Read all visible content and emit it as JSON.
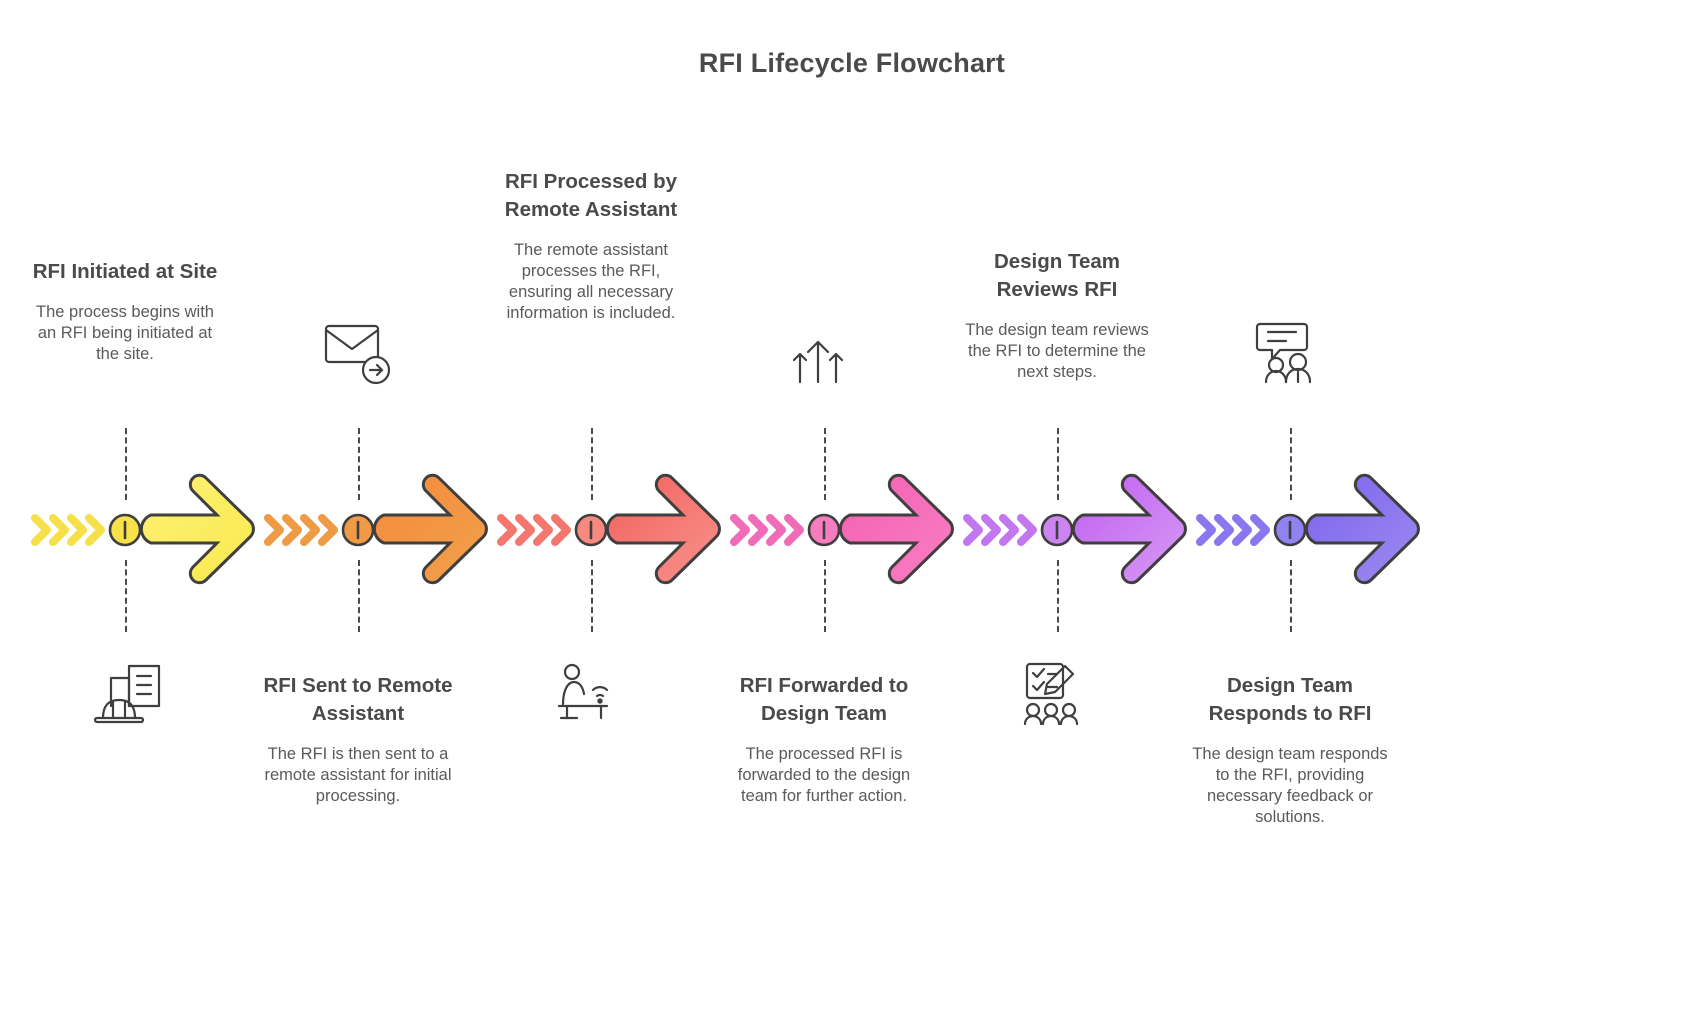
{
  "title": "RFI Lifecycle Flowchart",
  "theme": {
    "title_color": "#4a4a4a",
    "heading_color": "#4a4a4a",
    "description_color": "#5a5a5a",
    "stroke_color": "#3f3f3f",
    "background": "#ffffff"
  },
  "chart_data": {
    "type": "diagram",
    "subtype": "horizontal-timeline-flowchart",
    "title": "RFI Lifecycle Flowchart",
    "step_count": 6,
    "steps": [
      {
        "index": 1,
        "heading": "RFI Initiated at Site",
        "description": "The process begins with an RFI being initiated at the site.",
        "text_position": "above",
        "icon_position": "below",
        "icon": "construction-site-icon",
        "color_start": "#f7e94d",
        "color_end": "#fff176",
        "chevron_color": "#f5e04a",
        "node_color": "#f7e24a"
      },
      {
        "index": 2,
        "heading": "RFI Sent to Remote Assistant",
        "description": "The RFI is then sent to a remote assistant for initial processing.",
        "text_position": "below",
        "icon_position": "above",
        "icon": "envelope-send-icon",
        "color_start": "#f0a04b",
        "color_end": "#f58a3c",
        "chevron_color": "#ef9a45",
        "node_color": "#f09a46"
      },
      {
        "index": 3,
        "heading": "RFI Processed by Remote Assistant",
        "description": "The remote assistant processes the RFI, ensuring all necessary information is included.",
        "text_position": "above",
        "icon_position": "below",
        "icon": "remote-worker-wifi-icon",
        "color_start": "#f8938c",
        "color_end": "#f2605c",
        "chevron_color": "#f4776f",
        "node_color": "#f7897f"
      },
      {
        "index": 4,
        "heading": "RFI Forwarded to Design Team",
        "description": "The processed RFI is forwarded to the design team for further action.",
        "text_position": "below",
        "icon_position": "above",
        "icon": "upward-arrows-icon",
        "color_start": "#f87fc4",
        "color_end": "#f45fb0",
        "chevron_color": "#f06cb8",
        "node_color": "#f67cc0"
      },
      {
        "index": 5,
        "heading": "Design Team Reviews RFI",
        "description": "The design team reviews the RFI to determine the next steps.",
        "text_position": "above",
        "icon_position": "below",
        "icon": "checklist-edit-icon",
        "color_start": "#d79bf5",
        "color_end": "#c05ef0",
        "chevron_color": "#c277ef",
        "node_color": "#cc84f2"
      },
      {
        "index": 6,
        "heading": "Design Team Responds to RFI",
        "description": "The design team responds to the RFI, providing necessary feedback or solutions.",
        "text_position": "below",
        "icon_position": "above",
        "icon": "chat-team-response-icon",
        "color_start": "#9d8bf0",
        "color_end": "#7b63ec",
        "chevron_color": "#8a76ee",
        "node_color": "#9083f1"
      }
    ]
  }
}
